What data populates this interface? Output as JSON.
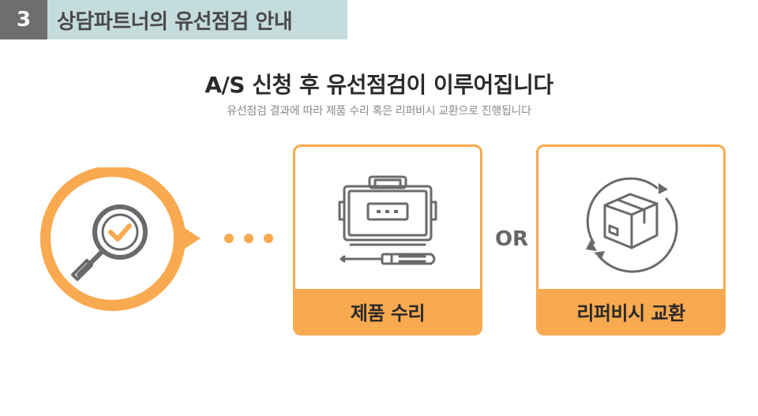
{
  "section": {
    "number": "3",
    "title": "상담파트너의 유선점검 안내"
  },
  "main": {
    "title": "A/S 신청 후 유선점검이 이루어집니다",
    "subtitle": "유선점검 결과에 따라 제품 수리 혹은 리퍼비시 교환으로 진행됩니다"
  },
  "options": {
    "repair_label": "제품 수리",
    "or_label": "OR",
    "exchange_label": "리퍼비시 교환"
  },
  "colors": {
    "accent": "#f9a94f",
    "section_num_bg": "#6e6e6e",
    "section_title_bg": "#c5dcdc",
    "icon": "#6a6a6a"
  },
  "icons": [
    "magnifier-check-icon",
    "dots-icon",
    "toolbox-screwdriver-icon",
    "refresh-box-icon"
  ]
}
